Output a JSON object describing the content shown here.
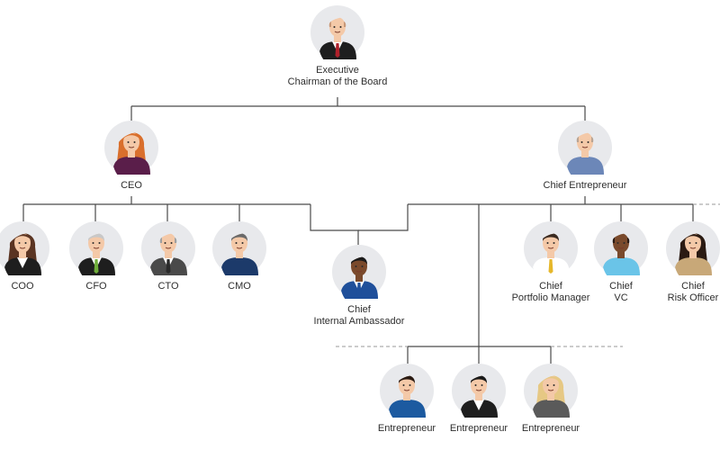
{
  "colors": {
    "line": "#4a4a4a",
    "dashed_line": "#9a9a9a",
    "avatar_bg": "#e8e9ec",
    "skin": "#f4c9a8",
    "skin_dark": "#7a4a2c",
    "skin_medium": "#b86c44"
  },
  "nodes": [
    {
      "key": "executive",
      "label_lines": [
        "Executive",
        "Chairman of the Board"
      ],
      "icon": "executive-chairman-icon",
      "hair": "#c89878",
      "hair_style": "bald",
      "outfit": "#1e1e1e",
      "shirt": "#ffffff",
      "tie": "#b0202a",
      "skin": "light"
    },
    {
      "key": "ceo",
      "label_lines": [
        "CEO"
      ],
      "icon": "ceo-icon",
      "hair": "#d96f2c",
      "hair_style": "long",
      "outfit": "#5a1e4a",
      "shirt": "#5a1e4a",
      "tie": "",
      "skin": "light"
    },
    {
      "key": "chief-entrepreneur",
      "label_lines": [
        "Chief Entrepreneur"
      ],
      "icon": "chief-entrepreneur-icon",
      "hair": "#b9a493",
      "hair_style": "bald",
      "outfit": "#6c87b8",
      "shirt": "#6c87b8",
      "tie": "",
      "skin": "light"
    },
    {
      "key": "coo",
      "label_lines": [
        "COO"
      ],
      "icon": "coo-icon",
      "hair": "#5a3422",
      "hair_style": "long",
      "outfit": "#1e1e1e",
      "shirt": "#ffffff",
      "tie": "",
      "skin": "light"
    },
    {
      "key": "cfo",
      "label_lines": [
        "CFO"
      ],
      "icon": "cfo-icon",
      "hair": "#c8c8c8",
      "hair_style": "short",
      "outfit": "#1e1e1e",
      "shirt": "#ffffff",
      "tie": "#6fae3a",
      "skin": "light"
    },
    {
      "key": "cto",
      "label_lines": [
        "CTO"
      ],
      "icon": "cto-icon",
      "hair": "#a0a0a0",
      "hair_style": "bald",
      "outfit": "#4a4a4a",
      "shirt": "#ffffff",
      "tie": "#2a2a2a",
      "skin": "light"
    },
    {
      "key": "cmo",
      "label_lines": [
        "CMO"
      ],
      "icon": "cmo-icon",
      "hair": "#6a6a6a",
      "hair_style": "short",
      "outfit": "#1c3a6a",
      "shirt": "#1c3a6a",
      "tie": "",
      "skin": "light"
    },
    {
      "key": "internal-ambassador",
      "label_lines": [
        "Chief",
        "Internal Ambassador"
      ],
      "icon": "chief-internal-ambassador-icon",
      "hair": "#1a1a1a",
      "hair_style": "short",
      "outfit": "#1f4f9a",
      "shirt": "#ffffff",
      "tie": "#1f4f9a",
      "skin": "dark"
    },
    {
      "key": "portfolio-manager",
      "label_lines": [
        "Chief",
        "Portfolio Manager"
      ],
      "icon": "chief-portfolio-manager-icon",
      "hair": "#3a2a20",
      "hair_style": "short",
      "outfit": "#ffffff",
      "shirt": "#ffffff",
      "tie": "#e6b72a",
      "skin": "light"
    },
    {
      "key": "vc",
      "label_lines": [
        "Chief",
        "VC"
      ],
      "icon": "chief-vc-icon",
      "hair": "#2a1a12",
      "hair_style": "bald",
      "outfit": "#6ac4e8",
      "shirt": "#6ac4e8",
      "tie": "",
      "skin": "dark"
    },
    {
      "key": "risk-officer",
      "label_lines": [
        "Chief",
        "Risk Officer"
      ],
      "icon": "chief-risk-officer-icon",
      "hair": "#2a1a12",
      "hair_style": "long",
      "outfit": "#c8a878",
      "shirt": "#c8a878",
      "tie": "",
      "skin": "light"
    },
    {
      "key": "entrepreneur-1",
      "label_lines": [
        "Entrepreneur"
      ],
      "icon": "entrepreneur-glasses-icon",
      "hair": "#2a1a12",
      "hair_style": "short",
      "outfit": "#1c5aa0",
      "shirt": "#1c5aa0",
      "tie": "",
      "skin": "light"
    },
    {
      "key": "entrepreneur-2",
      "label_lines": [
        "Entrepreneur"
      ],
      "icon": "entrepreneur-suit-icon",
      "hair": "#1a1a1a",
      "hair_style": "short",
      "outfit": "#1e1e1e",
      "shirt": "#ffffff",
      "tie": "",
      "skin": "light"
    },
    {
      "key": "entrepreneur-3",
      "label_lines": [
        "Entrepreneur"
      ],
      "icon": "entrepreneur-blonde-icon",
      "hair": "#e6c884",
      "hair_style": "long",
      "outfit": "#5a5a5a",
      "shirt": "#5a5a5a",
      "tie": "",
      "skin": "light"
    }
  ]
}
